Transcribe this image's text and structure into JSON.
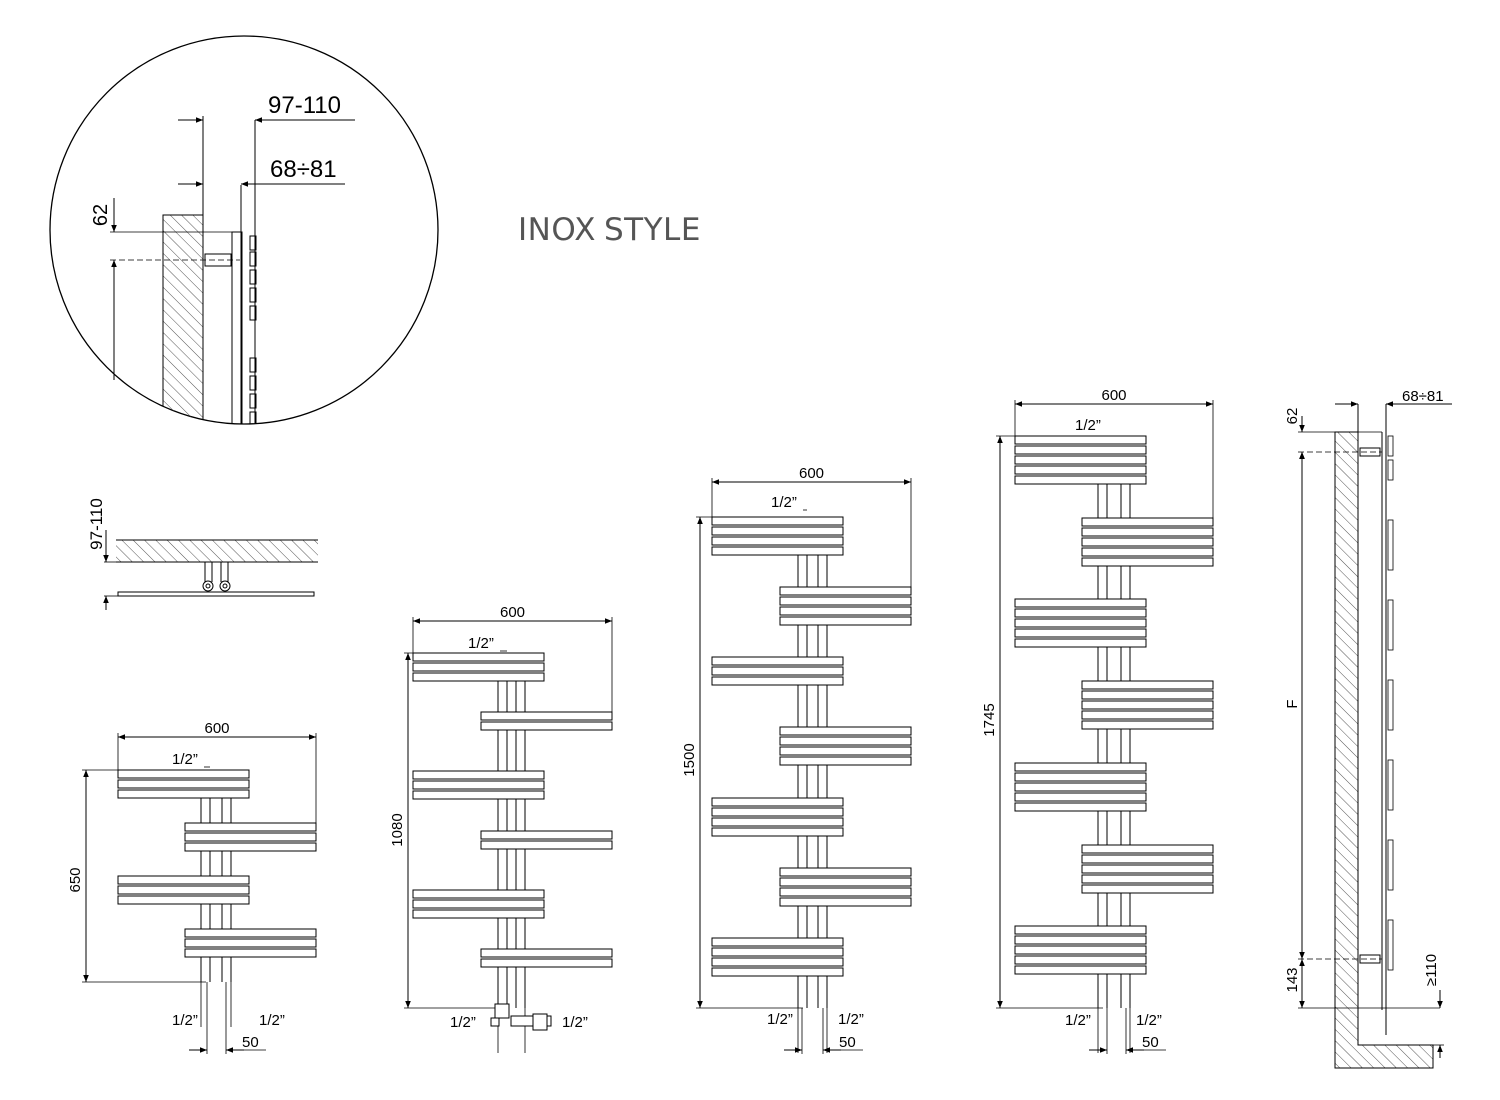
{
  "title": {
    "strong": "INOX",
    "light": "STYLE"
  },
  "detail": {
    "dim_projection": "97-110",
    "dim_spacing": "68÷81",
    "dim_bracket": "62"
  },
  "side_view": {
    "dim_projection": "97-110"
  },
  "variants": [
    {
      "width_label": "600",
      "height_label": "650",
      "pipe_label": "1/2”",
      "valve_left": "1/2”",
      "valve_right": "1/2”",
      "spacing_label": "50"
    },
    {
      "width_label": "600",
      "height_label": "1080",
      "pipe_label": "1/2”",
      "valve_left": "1/2”",
      "valve_right": "1/2”"
    },
    {
      "width_label": "600",
      "height_label": "1500",
      "pipe_label": "1/2”",
      "valve_left": "1/2”",
      "valve_right": "1/2”",
      "spacing_label": "50"
    },
    {
      "width_label": "600",
      "height_label": "1745",
      "pipe_label": "1/2”",
      "valve_left": "1/2”",
      "valve_right": "1/2”",
      "spacing_label": "50"
    }
  ],
  "profile": {
    "dim_spacing": "68÷81",
    "dim_top": "62",
    "dim_f": "F",
    "dim_bottom": "143",
    "dim_floor": "≥110"
  }
}
